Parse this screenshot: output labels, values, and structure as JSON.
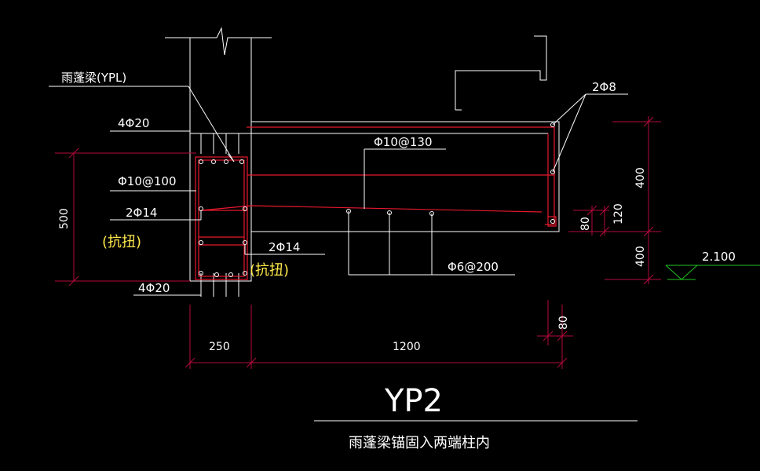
{
  "labels": {
    "beam_name": "雨蓬梁(YPL)",
    "top_bars": "4Φ20",
    "stirrup": "Φ10@100",
    "side_bars_left": "2Φ14",
    "torsion_left": "(抗扭)",
    "side_bars_right": "2Φ14",
    "torsion_right": "(抗扭)",
    "bottom_bars": "4Φ20",
    "slab_top_bar": "Φ10@130",
    "slab_dist_bar": "Φ6@200",
    "edge_bars": "2Φ8"
  },
  "dimensions": {
    "beam_height": "500",
    "beam_width": "250",
    "canopy_length": "1200",
    "edge_width": "80",
    "upper_height": "400",
    "lower_height": "400",
    "inner_120": "120",
    "inner_80": "80"
  },
  "elevation": "2.100",
  "title": {
    "drawing_id": "YP2",
    "caption": "雨蓬梁锚固入两端柱内"
  },
  "colors": {
    "outline": "#ffffff",
    "rebar": "#e8182e",
    "dimension": "#b40a3c",
    "note": "#ffe94a",
    "ground": "#22c422"
  }
}
